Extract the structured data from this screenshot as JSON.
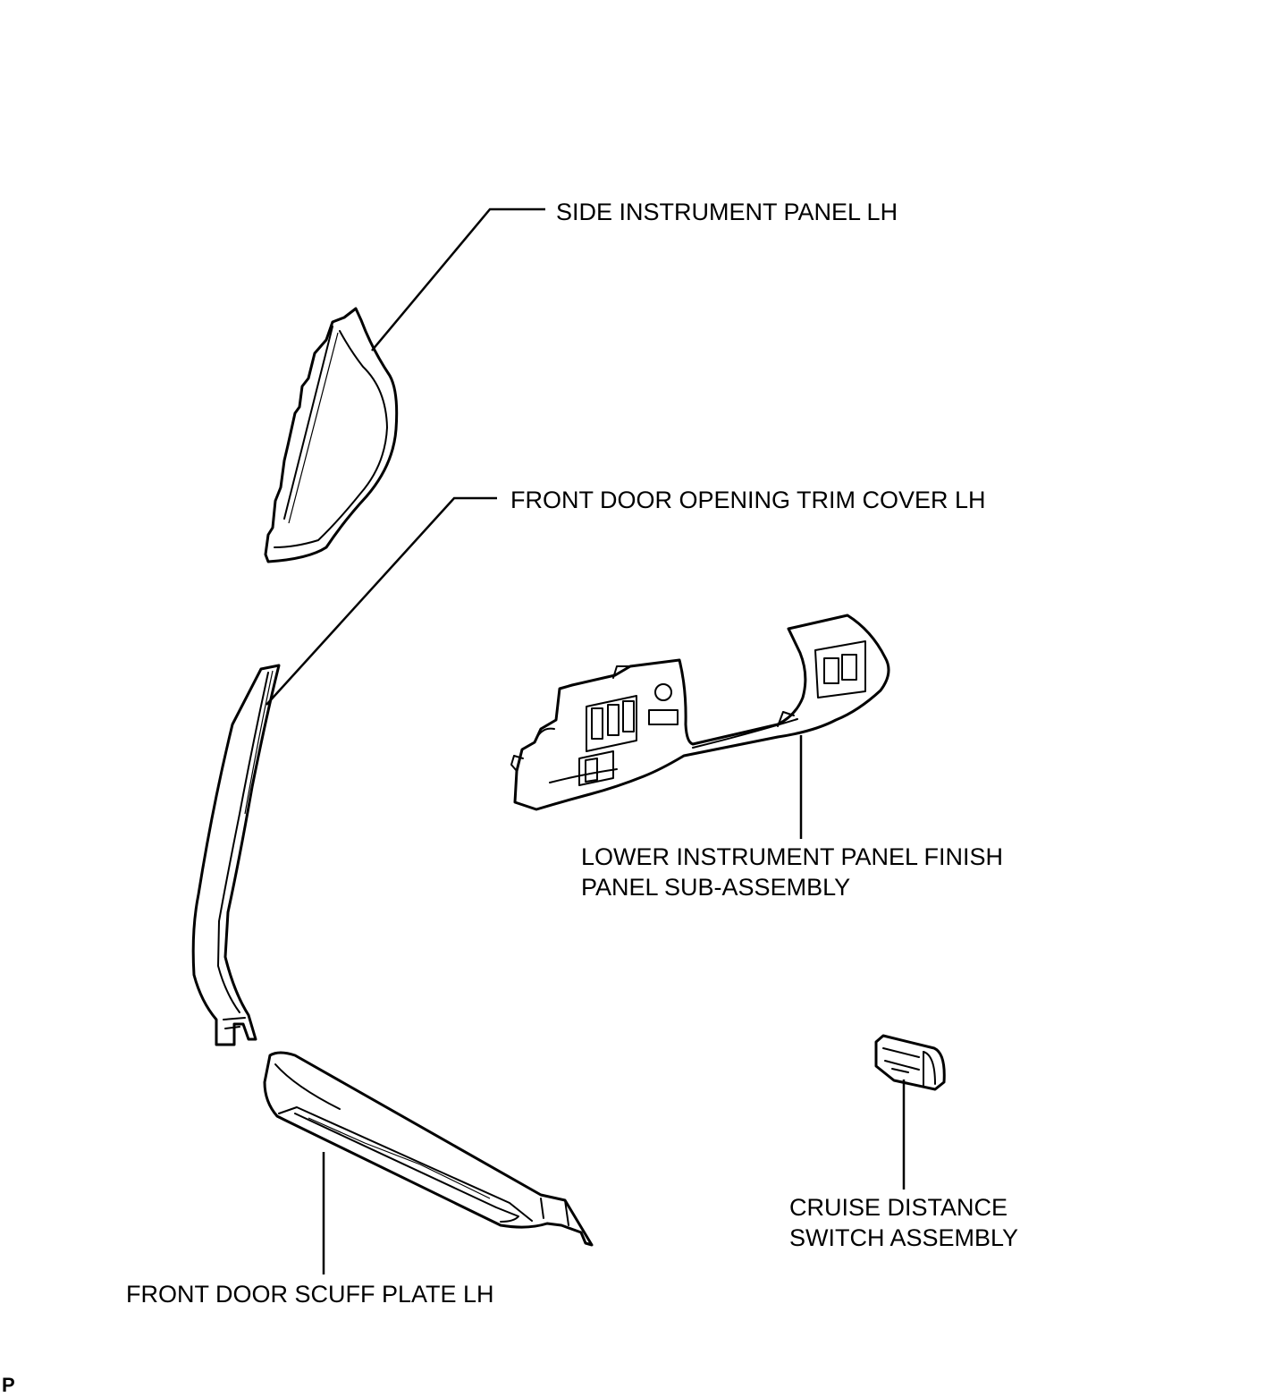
{
  "labels": {
    "side_instrument_panel": "SIDE INSTRUMENT PANEL LH",
    "front_door_opening_trim": "FRONT DOOR OPENING TRIM COVER LH",
    "lower_instrument_panel_line1": "LOWER INSTRUMENT PANEL FINISH",
    "lower_instrument_panel_line2": "PANEL SUB-ASSEMBLY",
    "cruise_distance_line1": "CRUISE DISTANCE",
    "cruise_distance_line2": "SWITCH ASSEMBLY",
    "front_door_scuff_plate": "FRONT DOOR SCUFF PLATE LH"
  },
  "corner_mark": "P",
  "colors": {
    "line": "#000000",
    "background": "#ffffff"
  }
}
